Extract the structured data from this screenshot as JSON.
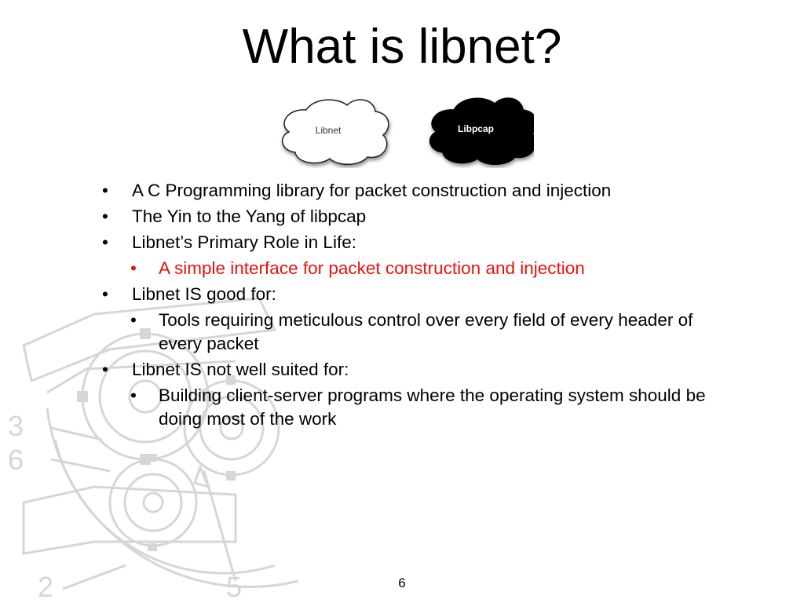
{
  "slide": {
    "title": "What is libnet?",
    "clouds": [
      {
        "label": "Libnet",
        "fill": "#ffffff",
        "text_color": "#333333"
      },
      {
        "label": "Libpcap",
        "fill": "#000000",
        "text_color": "#ffffff"
      }
    ],
    "bullets": [
      {
        "text": "A C Programming library for packet construction and injection",
        "level": 1
      },
      {
        "text": "The Yin to the Yang of libpcap",
        "level": 1
      },
      {
        "text": "Libnet’s Primary Role in Life:",
        "level": 1
      },
      {
        "text": "A simple interface for packet construction and injection",
        "level": 2,
        "color": "#e8120c"
      },
      {
        "text": "Libnet IS good for:",
        "level": 1
      },
      {
        "text": "Tools requiring meticulous control over every field of every header of every packet",
        "level": 2
      },
      {
        "text": "Libnet IS not well suited for:",
        "level": 1
      },
      {
        "text": "Building client-server programs where the operating system should be doing most of the work",
        "level": 2
      }
    ],
    "background_marks": [
      "3",
      "6",
      "2",
      "5"
    ],
    "page_number": "6"
  }
}
